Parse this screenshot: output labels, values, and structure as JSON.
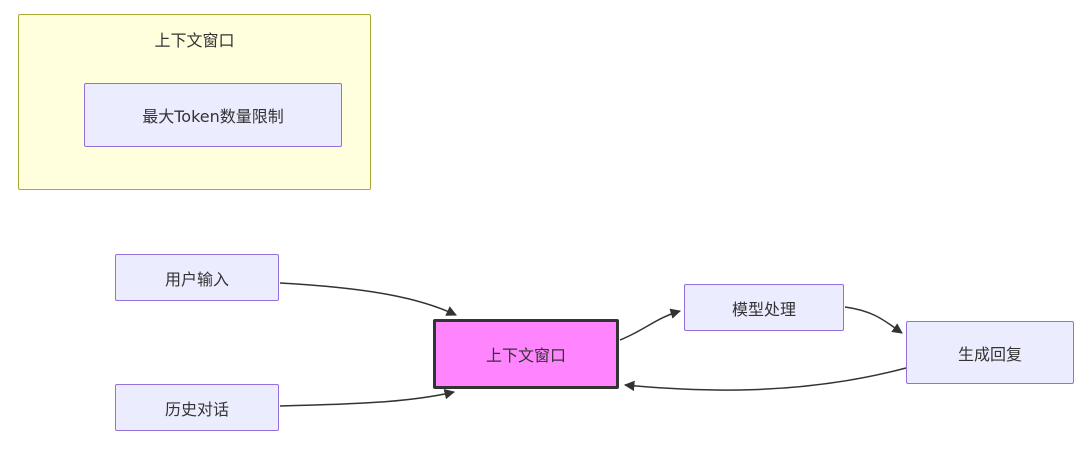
{
  "diagram": {
    "cluster": {
      "title": "上下文窗口",
      "inner_label": "最大Token数量限制"
    },
    "nodes": {
      "user_input": "用户输入",
      "history": "历史对话",
      "context": "上下文窗口",
      "model": "模型处理",
      "reply": "生成回复"
    },
    "edges": [
      {
        "from": "用户输入",
        "to": "上下文窗口"
      },
      {
        "from": "历史对话",
        "to": "上下文窗口"
      },
      {
        "from": "上下文窗口",
        "to": "模型处理"
      },
      {
        "from": "模型处理",
        "to": "生成回复"
      },
      {
        "from": "生成回复",
        "to": "上下文窗口"
      }
    ],
    "colors": {
      "cluster_fill": "#ffffde",
      "cluster_border": "#aaaa33",
      "node_fill": "#ECECFF",
      "node_border": "#9370DB",
      "highlight_fill": "#ff85ff",
      "highlight_border": "#333333",
      "edge_color": "#333333"
    }
  }
}
